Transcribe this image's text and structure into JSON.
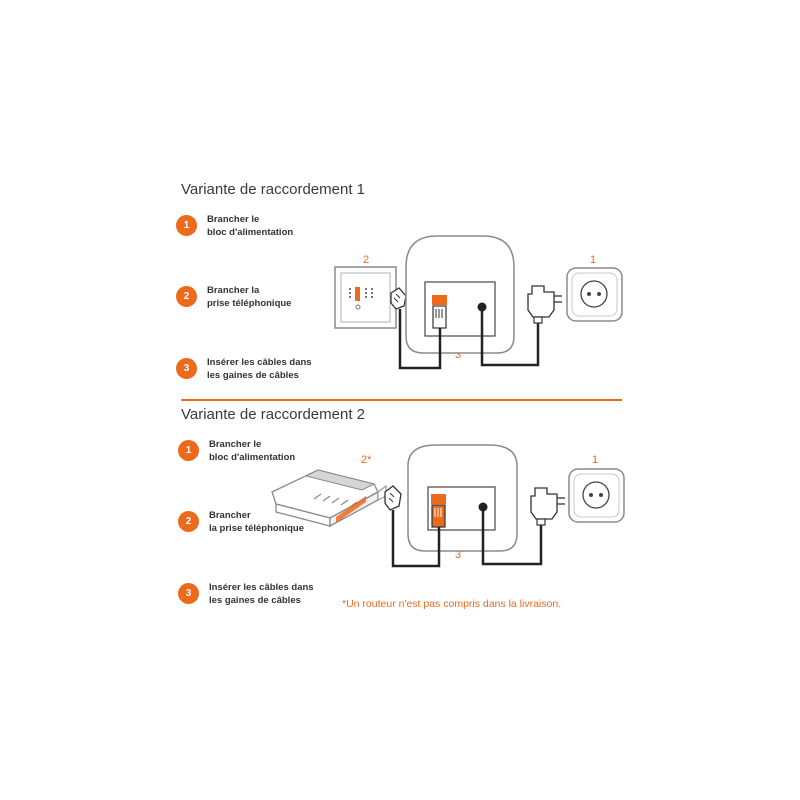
{
  "variant1": {
    "title": "Variante de raccordement 1",
    "steps": [
      {
        "num": "1",
        "lines": [
          "Brancher le",
          "bloc d'alimentation"
        ]
      },
      {
        "num": "2",
        "lines": [
          "Brancher la",
          "prise téléphonique"
        ]
      },
      {
        "num": "3",
        "lines": [
          "Insérer les câbles dans",
          "les gaines de câbles"
        ]
      }
    ],
    "labels": {
      "wall_jack": "2",
      "socket": "1",
      "cables": "3"
    }
  },
  "variant2": {
    "title": "Variante de raccordement 2",
    "steps": [
      {
        "num": "1",
        "lines": [
          "Brancher le",
          "bloc d'alimentation"
        ]
      },
      {
        "num": "2",
        "lines": [
          "Brancher",
          "la prise téléphonique"
        ]
      },
      {
        "num": "3",
        "lines": [
          "Insérer les câbles dans",
          "les gaines de câbles"
        ]
      }
    ],
    "labels": {
      "router": "2*",
      "socket": "1",
      "cables": "3"
    },
    "note": "*Un routeur n'est pas compris dans la livraison."
  },
  "colors": {
    "accent": "#ec6a1c",
    "line": "#222222",
    "device": "#8a8a8a"
  }
}
